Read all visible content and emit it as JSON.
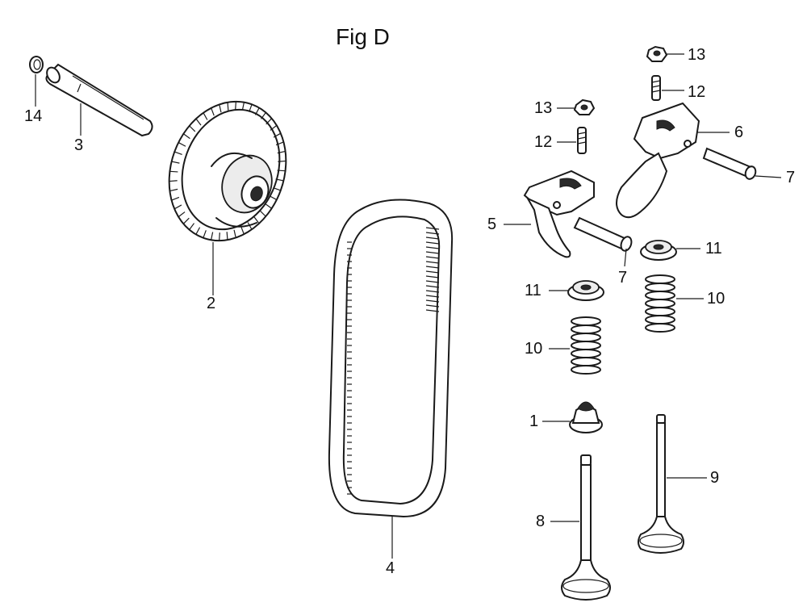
{
  "figure": {
    "title": "Fig D"
  },
  "callouts": [
    {
      "id": "c14",
      "text": "14"
    },
    {
      "id": "c3",
      "text": "3"
    },
    {
      "id": "c2",
      "text": "2"
    },
    {
      "id": "c4",
      "text": "4"
    },
    {
      "id": "c13a",
      "text": "13"
    },
    {
      "id": "c12a",
      "text": "12"
    },
    {
      "id": "c13b",
      "text": "13"
    },
    {
      "id": "c12b",
      "text": "12"
    },
    {
      "id": "c6",
      "text": "6"
    },
    {
      "id": "c7a",
      "text": "7"
    },
    {
      "id": "c5",
      "text": "5"
    },
    {
      "id": "c7b",
      "text": "7"
    },
    {
      "id": "c11a",
      "text": "11"
    },
    {
      "id": "c11b",
      "text": "11"
    },
    {
      "id": "c10a",
      "text": "10"
    },
    {
      "id": "c10b",
      "text": "10"
    },
    {
      "id": "c1",
      "text": "1"
    },
    {
      "id": "c9",
      "text": "9"
    },
    {
      "id": "c8",
      "text": "8"
    }
  ],
  "parts": [
    {
      "number": "1",
      "icon": "valve-stem-seal-icon"
    },
    {
      "number": "2",
      "icon": "cam-pulley-icon"
    },
    {
      "number": "3",
      "icon": "shaft-icon"
    },
    {
      "number": "4",
      "icon": "timing-belt-icon"
    },
    {
      "number": "5",
      "icon": "rocker-arm-icon"
    },
    {
      "number": "6",
      "icon": "rocker-arm-icon"
    },
    {
      "number": "7",
      "icon": "pivot-bolt-icon"
    },
    {
      "number": "8",
      "icon": "intake-valve-icon"
    },
    {
      "number": "9",
      "icon": "exhaust-valve-icon"
    },
    {
      "number": "10",
      "icon": "valve-spring-icon"
    },
    {
      "number": "11",
      "icon": "spring-retainer-icon"
    },
    {
      "number": "12",
      "icon": "adjusting-screw-icon"
    },
    {
      "number": "13",
      "icon": "lock-nut-icon"
    },
    {
      "number": "14",
      "icon": "washer-icon"
    }
  ]
}
